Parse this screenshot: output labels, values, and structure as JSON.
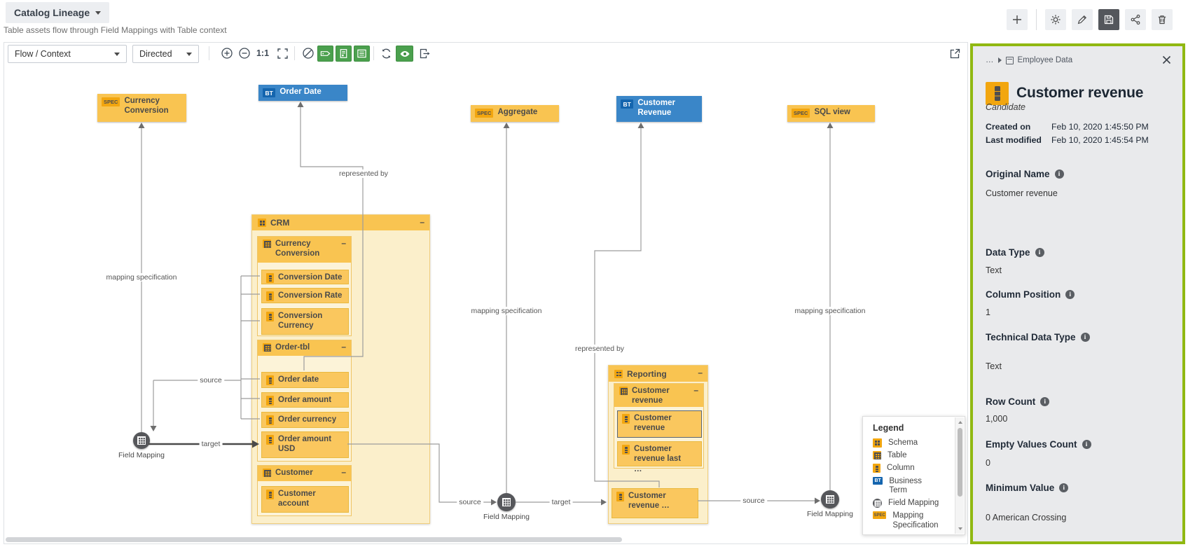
{
  "header": {
    "title": "Catalog Lineage",
    "subtitle": "Table assets flow through Field Mappings with Table context"
  },
  "toolbar": {
    "view_mode": "Flow / Context",
    "direction": "Directed",
    "zoom_ratio": "1:1"
  },
  "icons": {
    "top_actions": [
      "plus-icon",
      "gear-icon",
      "pencil-icon",
      "save-icon",
      "share-icon",
      "trash-icon"
    ],
    "canvas_toolbar": [
      "zoom-in-icon",
      "zoom-out-icon",
      "zoom-reset",
      "fit-screen-icon",
      "slash-circle-icon",
      "tag-icon",
      "page-icon",
      "list-icon",
      "refresh-icon",
      "eye-icon",
      "export-icon",
      "external-link-icon"
    ]
  },
  "diagram": {
    "badges": {
      "spec": "SPEC",
      "bt": "BT"
    },
    "collapse": "–",
    "spec_nodes": {
      "currency_conversion": "Currency Conversion",
      "aggregate": "Aggregate",
      "sql_view": "SQL view"
    },
    "bt_nodes": {
      "order_date": "Order Date",
      "customer_revenue": "Customer Revenue"
    },
    "crm": {
      "label": "CRM",
      "tables": [
        {
          "label": "Currency Conversion",
          "columns": [
            "Conversion Date",
            "Conversion Rate",
            "Conversion Currency"
          ]
        },
        {
          "label": "Order-tbl",
          "columns": [
            "Order date",
            "Order amount",
            "Order currency",
            "Order amount USD"
          ]
        },
        {
          "label": "Customer",
          "columns": [
            "Customer account"
          ]
        }
      ]
    },
    "reporting": {
      "label": "Reporting",
      "tables": [
        {
          "label": "Customer revenue",
          "columns": [
            "Customer revenue",
            "Customer revenue last …"
          ]
        }
      ],
      "extra_column": "Customer revenue …"
    },
    "labels": {
      "mapping_specification": "mapping specification",
      "represented_by": "represented by",
      "source": "source",
      "target": "target",
      "field_mapping": "Field Mapping"
    }
  },
  "legend": {
    "title": "Legend",
    "items": [
      {
        "label": "Schema"
      },
      {
        "label": "Table"
      },
      {
        "label": "Column"
      },
      {
        "label": "Business Term"
      },
      {
        "label": "Field Mapping"
      },
      {
        "label": "Mapping Specification"
      }
    ]
  },
  "panel": {
    "breadcrumb": {
      "ellipsis": "…",
      "domain": "Employee Data"
    },
    "title": "Customer revenue",
    "status": "Candidate",
    "created": {
      "label": "Created on",
      "value": "Feb 10, 2020 1:45:50 PM"
    },
    "modified": {
      "label": "Last modified",
      "value": "Feb 10, 2020 1:45:54 PM"
    },
    "attributes": [
      {
        "label": "Original Name",
        "value": "Customer revenue"
      },
      {
        "label": "Data Type",
        "value": "Text"
      },
      {
        "label": "Column Position",
        "value": "1"
      },
      {
        "label": "Technical Data Type",
        "value": "Text"
      },
      {
        "label": "Row Count",
        "value": "1,000"
      },
      {
        "label": "Empty Values Count",
        "value": "0"
      },
      {
        "label": "Minimum Value",
        "value": "0 American Crossing"
      }
    ]
  },
  "colors": {
    "node_orange": "#F9C451",
    "badge_orange": "#F2A60F",
    "schema_cream": "#FBEFCB",
    "node_blue": "#3A86C8",
    "badge_blue": "#1465AE",
    "field_mapping_gray": "#56575B",
    "toolbar_green": "#4BA04E",
    "panel_border_green": "#90B812"
  }
}
